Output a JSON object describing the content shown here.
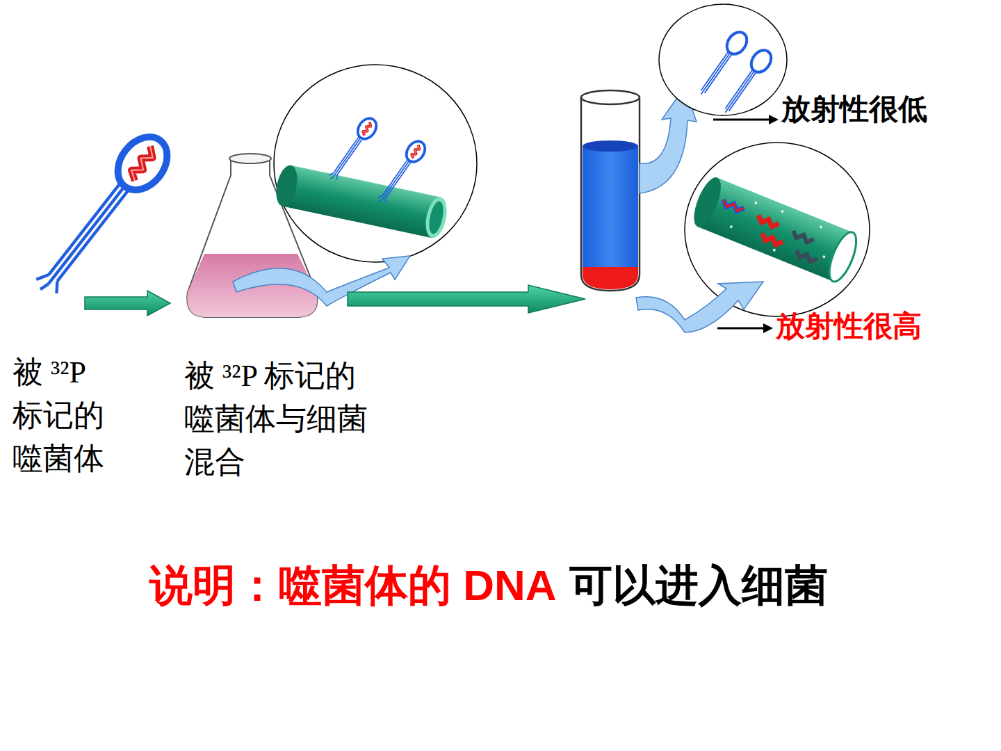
{
  "diagram": {
    "labels": [
      "放射性很低",
      "放射性很高",
      "被 ³²P 标记的 噬菌体",
      "被 ³²P 标记的 噬菌体与细菌 混合",
      "说明：噬菌体的 DNA",
      "可以进入细菌"
    ]
  }
}
